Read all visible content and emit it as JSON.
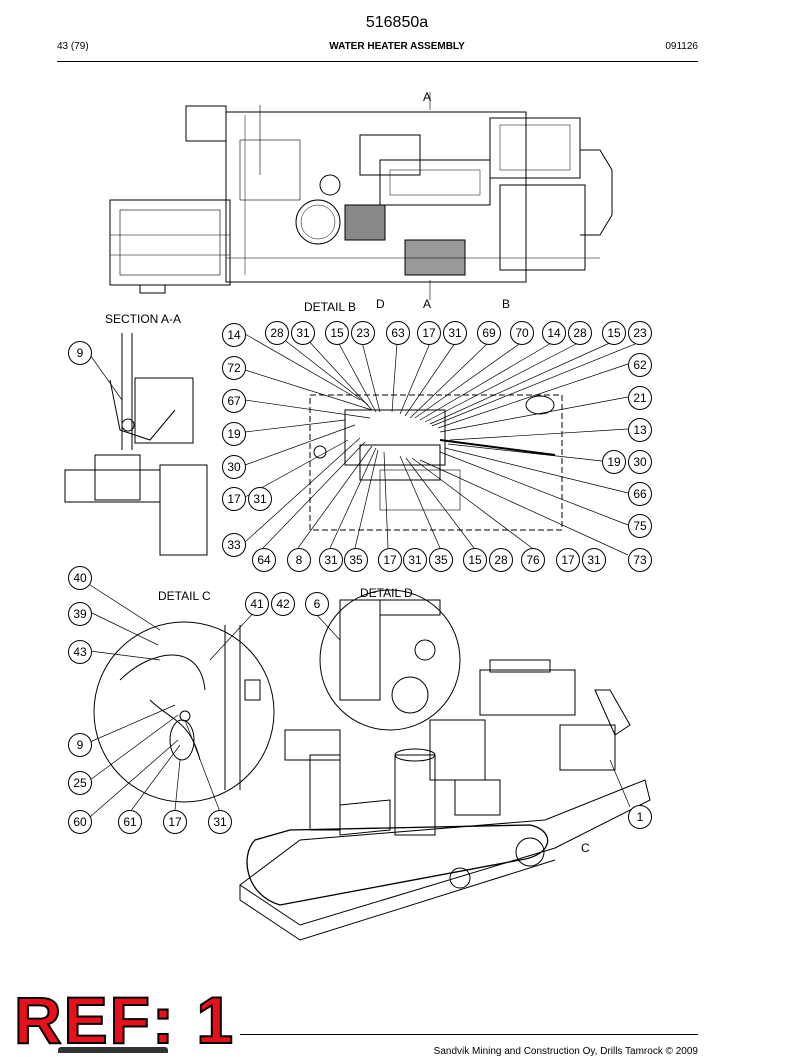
{
  "header": {
    "doc_number": "516850a",
    "page": "43 (79)",
    "title": "WATER HEATER ASSEMBLY",
    "code": "091126"
  },
  "labels": {
    "section_marker_top": "A",
    "section_marker_bottom": "A",
    "detail_d_marker": "D",
    "detail_b_marker": "B",
    "section_title": "SECTION A-A",
    "detail_b_title": "DETAIL B",
    "detail_c_title": "DETAIL C",
    "detail_d_title": "DETAIL D",
    "detail_c_marker": "C"
  },
  "callouts": {
    "c1": "9",
    "c2": "14",
    "c3": "28",
    "c4": "31",
    "c5": "15",
    "c6": "23",
    "c7": "63",
    "c8": "17",
    "c9": "31",
    "c10": "69",
    "c11": "70",
    "c12": "14",
    "c13": "28",
    "c14": "15",
    "c15": "23",
    "c16": "72",
    "c17": "62",
    "c18": "67",
    "c19": "21",
    "c20": "19",
    "c21": "13",
    "c22": "30",
    "c23": "19",
    "c24": "30",
    "c25": "17",
    "c26": "31",
    "c27": "66",
    "c28": "75",
    "c29": "33",
    "c30": "64",
    "c31": "8",
    "c32": "31",
    "c33": "35",
    "c34": "17",
    "c35": "31",
    "c36": "35",
    "c37": "15",
    "c38": "28",
    "c39": "76",
    "c40": "17",
    "c41": "31",
    "c42": "73",
    "c43": "40",
    "c44": "39",
    "c45": "43",
    "c46": "41",
    "c47": "42",
    "c48": "6",
    "c49": "9",
    "c50": "25",
    "c51": "60",
    "c52": "61",
    "c53": "17",
    "c54": "31",
    "c55": "1"
  },
  "ref_stamp": "REF: 1",
  "footer": "Sandvik Mining and Construction Oy, Drills Tamrock © 2009"
}
